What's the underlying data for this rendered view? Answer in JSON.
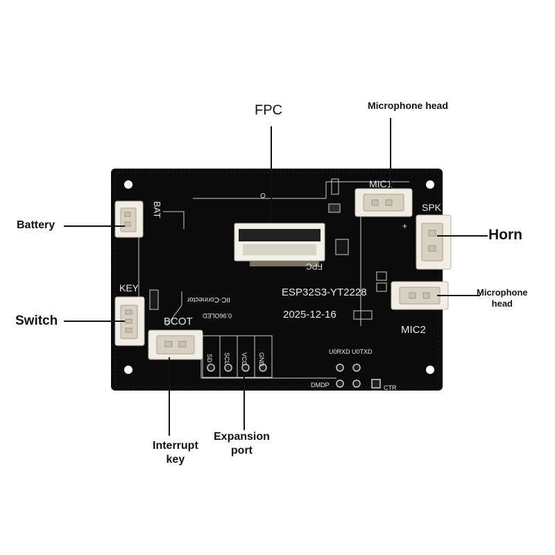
{
  "callouts": {
    "fpc": "FPC",
    "microphone_head_top": "Microphone head",
    "battery": "Battery",
    "horn": "Horn",
    "microphone_head_right_line1": "Microphone",
    "microphone_head_right_line2": "head",
    "switch": "Switch",
    "interrupt_key_line1": "Interrupt",
    "interrupt_key_line2": "key",
    "expansion_port_line1": "Expansion",
    "expansion_port_line2": "port"
  },
  "silkscreen": {
    "bat": "BAT",
    "key": "KEY",
    "boot": "BCOT",
    "mic1": "MIC1",
    "spk": "SPK",
    "mic2": "MIC2",
    "fpc": "FPC",
    "board_name": "ESP32S3-YT2228",
    "date": "2025-12-16",
    "iic_connector": "IIC-Connector",
    "oled": "0.96OLED",
    "pin_sd": "SD",
    "pin_scl": "SCL",
    "pin_vcc": "VCC",
    "pin_gnd": "GND",
    "uart": "U0RXD U0TXD",
    "dmdp": "DMDP",
    "ctr": "CTR"
  },
  "colors": {
    "pcb": "#0b0b0b",
    "silkscreen": "#e8e8e8",
    "connector": "#f1ede4",
    "leader": "#111111"
  }
}
